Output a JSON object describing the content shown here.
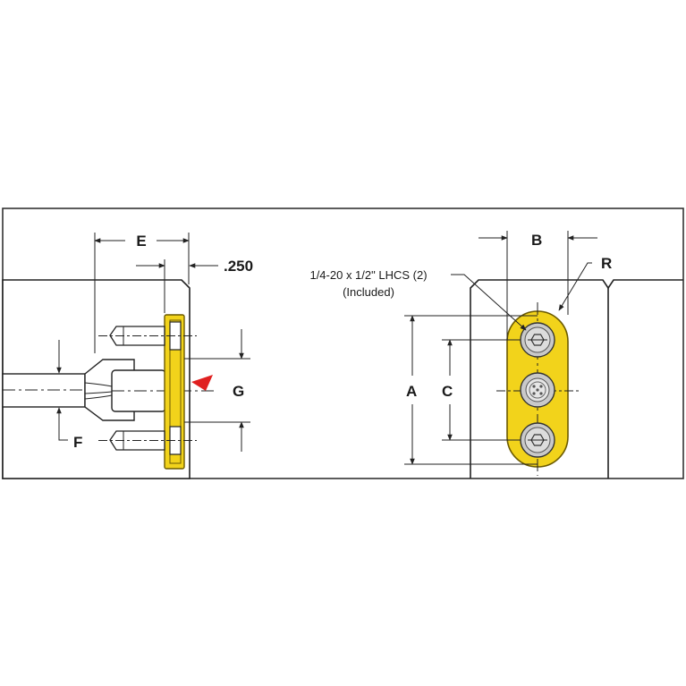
{
  "colors": {
    "plate_fill": "#F2D31B",
    "plate_stroke": "#6b5a00",
    "marker": "#E02020",
    "line": "#222222",
    "screw_fill": "#c9c9c9"
  },
  "labels": {
    "e": "E",
    "dim_250": ".250",
    "g": "G",
    "f": "F",
    "b": "B",
    "r": "R",
    "a": "A",
    "c": "C",
    "screw_note_line1": "1/4-20 x 1/2\" LHCS (2)",
    "screw_note_line2": "(Included)"
  },
  "icons": {
    "screw": "hex-socket-cap-screw-icon",
    "connector": "round-connector-icon",
    "marker": "triangle-marker-icon"
  }
}
